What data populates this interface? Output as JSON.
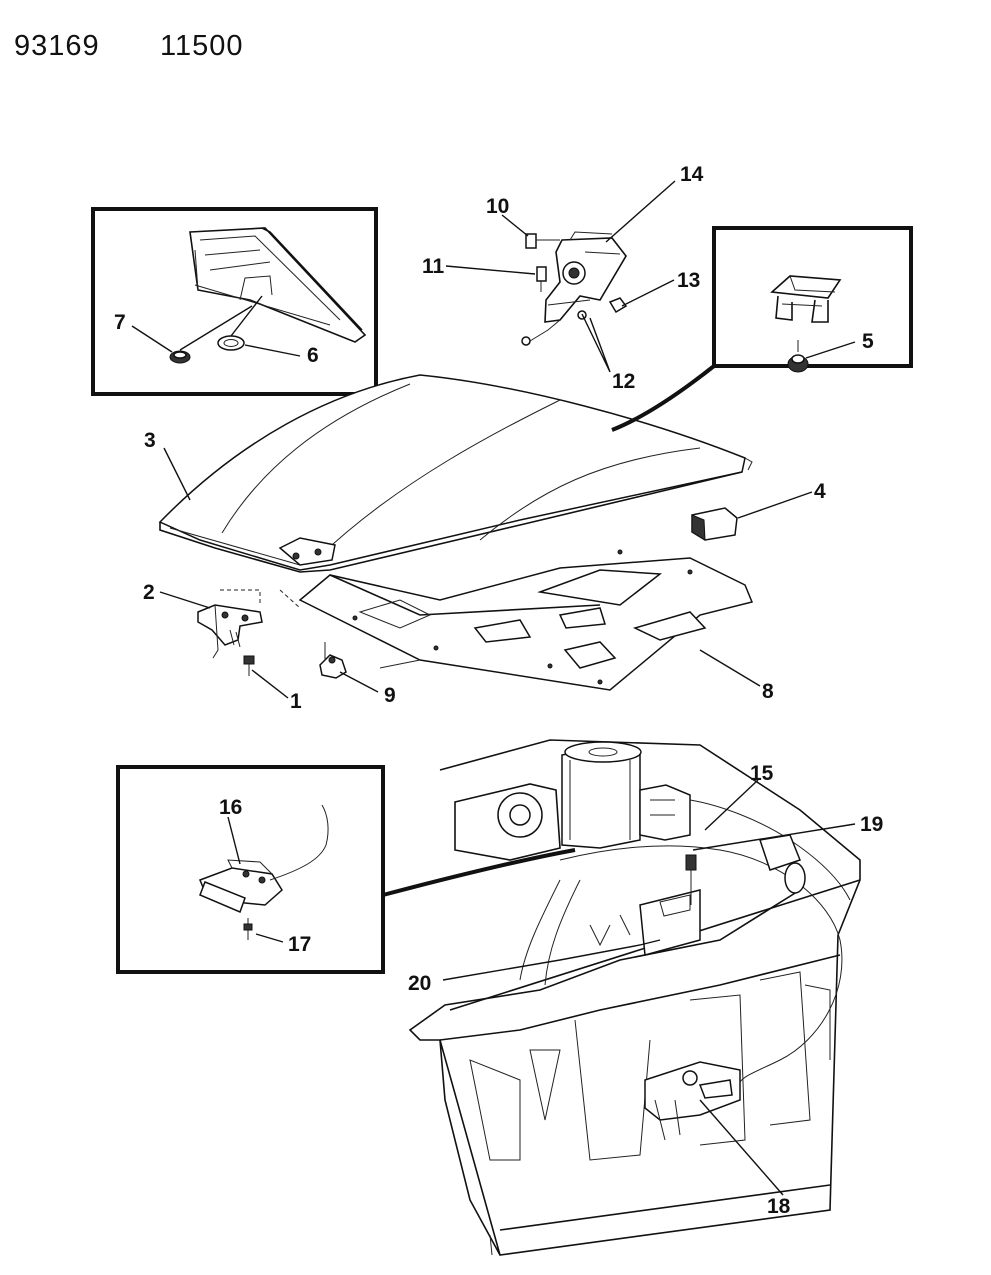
{
  "header": {
    "catalog_number": "93169",
    "group_number": "11500"
  },
  "callouts": [
    "1",
    "2",
    "3",
    "4",
    "5",
    "6",
    "7",
    "8",
    "9",
    "10",
    "11",
    "12",
    "13",
    "14",
    "15",
    "16",
    "17",
    "18",
    "19",
    "20"
  ]
}
